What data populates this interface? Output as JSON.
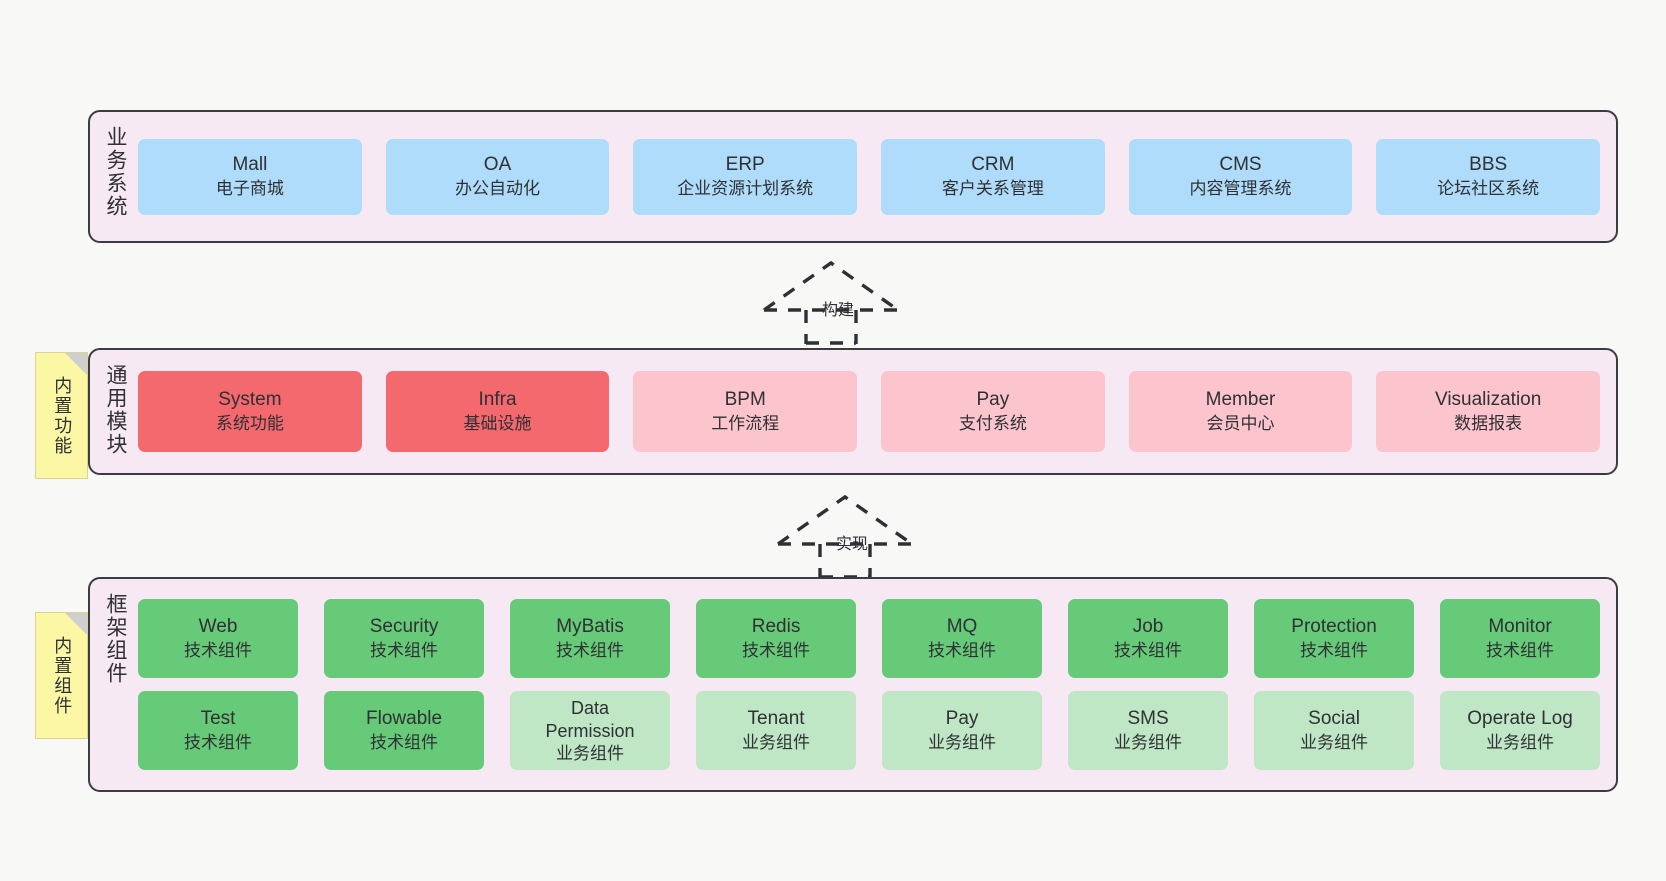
{
  "diagram": {
    "background_color": "#f8f8f7",
    "panel_color": "#f7e9f3",
    "panel_border_color": "#3b3b42",
    "note_color": "#fbf7a5"
  },
  "layers": [
    {
      "id": "business-system",
      "title": "业务系统",
      "note": null,
      "rows": [
        {
          "nodes": [
            {
              "title": "Mall",
              "sub": "电子商城",
              "color": "#aedcfa",
              "style": "c-blue"
            },
            {
              "title": "OA",
              "sub": "办公自动化",
              "color": "#aedcfa",
              "style": "c-blue"
            },
            {
              "title": "ERP",
              "sub": "企业资源计划系统",
              "color": "#aedcfa",
              "style": "c-blue"
            },
            {
              "title": "CRM",
              "sub": "客户关系管理",
              "color": "#aedcfa",
              "style": "c-blue"
            },
            {
              "title": "CMS",
              "sub": "内容管理系统",
              "color": "#aedcfa",
              "style": "c-blue"
            },
            {
              "title": "BBS",
              "sub": "论坛社区系统",
              "color": "#aedcfa",
              "style": "c-blue"
            }
          ]
        }
      ]
    },
    {
      "id": "common-module",
      "title": "通用模块",
      "note": "内置功能",
      "rows": [
        {
          "nodes": [
            {
              "title": "System",
              "sub": "系统功能",
              "color": "#f4696e",
              "style": "c-red"
            },
            {
              "title": "Infra",
              "sub": "基础设施",
              "color": "#f4696e",
              "style": "c-red"
            },
            {
              "title": "BPM",
              "sub": "工作流程",
              "color": "#fcc5cd",
              "style": "c-pink"
            },
            {
              "title": "Pay",
              "sub": "支付系统",
              "color": "#fcc5cd",
              "style": "c-pink"
            },
            {
              "title": "Member",
              "sub": "会员中心",
              "color": "#fcc5cd",
              "style": "c-pink"
            },
            {
              "title": "Visualization",
              "sub": "数据报表",
              "color": "#fcc5cd",
              "style": "c-pink"
            }
          ]
        }
      ]
    },
    {
      "id": "framework-component",
      "title": "框架组件",
      "note": "内置组件",
      "rows": [
        {
          "nodes": [
            {
              "title": "Web",
              "sub": "技术组件",
              "color": "#67ca79",
              "style": "c-green"
            },
            {
              "title": "Security",
              "sub": "技术组件",
              "color": "#67ca79",
              "style": "c-green"
            },
            {
              "title": "MyBatis",
              "sub": "技术组件",
              "color": "#67ca79",
              "style": "c-green"
            },
            {
              "title": "Redis",
              "sub": "技术组件",
              "color": "#67ca79",
              "style": "c-green"
            },
            {
              "title": "MQ",
              "sub": "技术组件",
              "color": "#67ca79",
              "style": "c-green"
            },
            {
              "title": "Job",
              "sub": "技术组件",
              "color": "#67ca79",
              "style": "c-green"
            },
            {
              "title": "Protection",
              "sub": "技术组件",
              "color": "#67ca79",
              "style": "c-green"
            },
            {
              "title": "Monitor",
              "sub": "技术组件",
              "color": "#67ca79",
              "style": "c-green"
            }
          ]
        },
        {
          "nodes": [
            {
              "title": "Test",
              "sub": "技术组件",
              "color": "#67ca79",
              "style": "c-green"
            },
            {
              "title": "Flowable",
              "sub": "技术组件",
              "color": "#67ca79",
              "style": "c-green"
            },
            {
              "title": "Data Permission",
              "sub": "业务组件",
              "color": "#bfe7c6",
              "style": "c-lightgreen"
            },
            {
              "title": "Tenant",
              "sub": "业务组件",
              "color": "#bfe7c6",
              "style": "c-lightgreen"
            },
            {
              "title": "Pay",
              "sub": "业务组件",
              "color": "#bfe7c6",
              "style": "c-lightgreen"
            },
            {
              "title": "SMS",
              "sub": "业务组件",
              "color": "#bfe7c6",
              "style": "c-lightgreen"
            },
            {
              "title": "Social",
              "sub": "业务组件",
              "color": "#bfe7c6",
              "style": "c-lightgreen"
            },
            {
              "title": "Operate Log",
              "sub": "业务组件",
              "color": "#bfe7c6",
              "style": "c-lightgreen"
            }
          ]
        }
      ]
    }
  ],
  "connectors": [
    {
      "id": "build",
      "label": "构建",
      "from": "common-module",
      "to": "business-system"
    },
    {
      "id": "implement",
      "label": "实现",
      "from": "framework-component",
      "to": "common-module"
    }
  ]
}
